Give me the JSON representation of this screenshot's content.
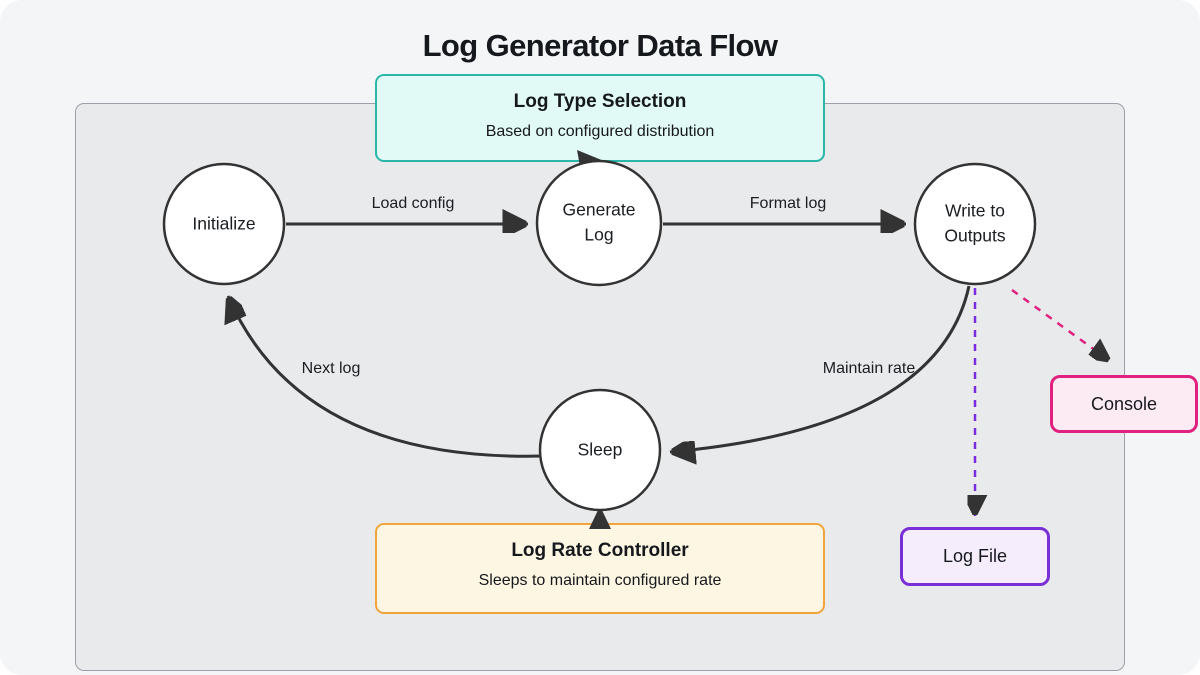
{
  "title": "Log Generator Data Flow",
  "diagram": {
    "nodes": {
      "initialize": {
        "label": "Initialize"
      },
      "generate_log": {
        "label": "Generate Log"
      },
      "write_to_outputs": {
        "label": "Write to Outputs"
      },
      "sleep": {
        "label": "Sleep"
      }
    },
    "edges": {
      "load_config": {
        "label": "Load config"
      },
      "format_log": {
        "label": "Format log"
      },
      "next_log": {
        "label": "Next log"
      },
      "maintain_rate": {
        "label": "Maintain rate"
      }
    },
    "callouts": {
      "log_type_selection": {
        "title": "Log Type Selection",
        "subtitle": "Based on configured distribution",
        "accent": "#2ab7aa"
      },
      "log_rate_controller": {
        "title": "Log Rate Controller",
        "subtitle": "Sleeps to maintain configured rate",
        "accent": "#f0a43c"
      }
    },
    "outputs": {
      "console": {
        "label": "Console",
        "accent": "#e0217f"
      },
      "log_file": {
        "label": "Log File",
        "accent": "#7a2ed6"
      }
    }
  },
  "colors": {
    "page_background": "#f4f5f7",
    "container_fill": "#e8eaec",
    "container_border": "#9aa1a8",
    "node_fill": "#ffffff",
    "edge_stroke": "#333333",
    "teal_accent": "#2ab7aa",
    "amber_accent": "#f0a43c",
    "pink_accent": "#e0217f",
    "purple_accent": "#7a2ed6"
  }
}
